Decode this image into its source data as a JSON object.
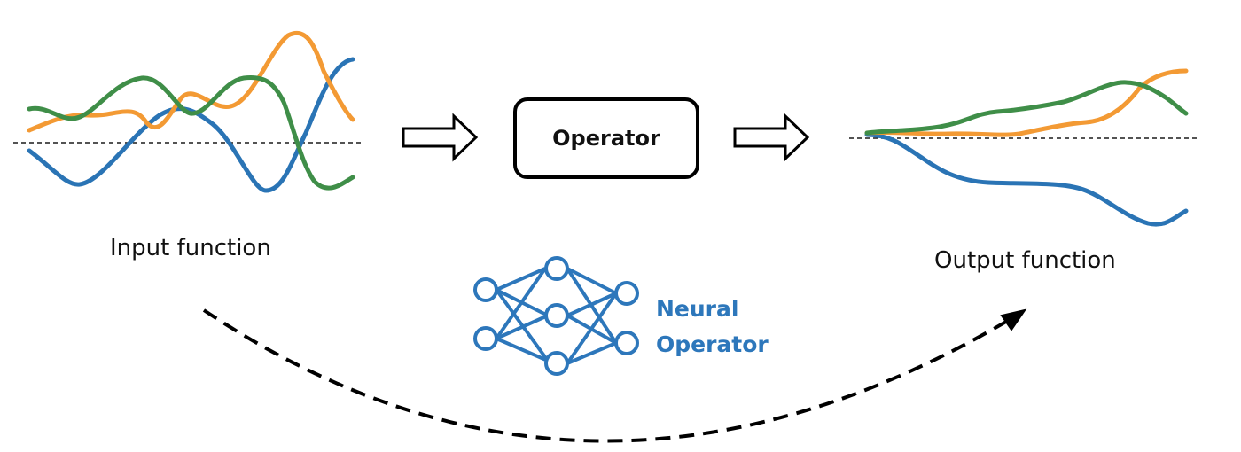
{
  "labels": {
    "input": "Input function",
    "output": "Output function",
    "operator": "Operator",
    "neural_line1": "Neural",
    "neural_line2": "Operator"
  },
  "colors": {
    "blue": "#2a74b5",
    "orange": "#f39a34",
    "green": "#3f8e48",
    "neural": "#2d77bb",
    "black": "#000000"
  },
  "icons": {
    "flow_arrow": "hollow-right-arrow",
    "network": "neural-network-icon",
    "mapping_arrow": "dashed-curved-arrow"
  }
}
